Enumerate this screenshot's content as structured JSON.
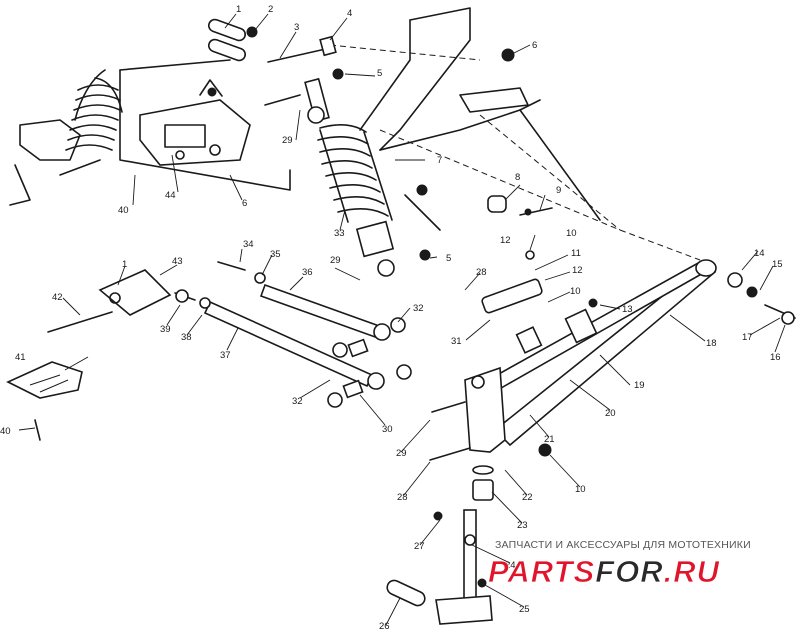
{
  "callouts": [
    {
      "n": "1"
    },
    {
      "n": "2"
    },
    {
      "n": "3"
    },
    {
      "n": "4"
    },
    {
      "n": "5"
    },
    {
      "n": "6"
    },
    {
      "n": "29"
    },
    {
      "n": "7"
    },
    {
      "n": "44"
    },
    {
      "n": "6"
    },
    {
      "n": "40"
    },
    {
      "n": "33"
    },
    {
      "n": "8"
    },
    {
      "n": "9"
    },
    {
      "n": "10"
    },
    {
      "n": "12"
    },
    {
      "n": "11"
    },
    {
      "n": "12"
    },
    {
      "n": "34"
    },
    {
      "n": "35"
    },
    {
      "n": "36"
    },
    {
      "n": "29"
    },
    {
      "n": "5"
    },
    {
      "n": "28"
    },
    {
      "n": "10"
    },
    {
      "n": "13"
    },
    {
      "n": "14"
    },
    {
      "n": "15"
    },
    {
      "n": "1"
    },
    {
      "n": "43"
    },
    {
      "n": "42"
    },
    {
      "n": "39"
    },
    {
      "n": "38"
    },
    {
      "n": "37"
    },
    {
      "n": "32"
    },
    {
      "n": "31"
    },
    {
      "n": "17"
    },
    {
      "n": "16"
    },
    {
      "n": "18"
    },
    {
      "n": "19"
    },
    {
      "n": "41"
    },
    {
      "n": "32"
    },
    {
      "n": "30"
    },
    {
      "n": "20"
    },
    {
      "n": "40"
    },
    {
      "n": "29"
    },
    {
      "n": "21"
    },
    {
      "n": "10"
    },
    {
      "n": "22"
    },
    {
      "n": "28"
    },
    {
      "n": "23"
    },
    {
      "n": "27"
    },
    {
      "n": "24"
    },
    {
      "n": "25"
    },
    {
      "n": "26"
    }
  ],
  "watermark": {
    "line": "ЗАПЧАСТИ И АКСЕССУАРЫ ДЛЯ МОТОТЕХНИКИ",
    "logo_a": "PARTS",
    "logo_b": "FOR",
    "logo_c": ".RU",
    "colors": {
      "red": "#e0152c",
      "dark": "#2a2a2a"
    }
  }
}
